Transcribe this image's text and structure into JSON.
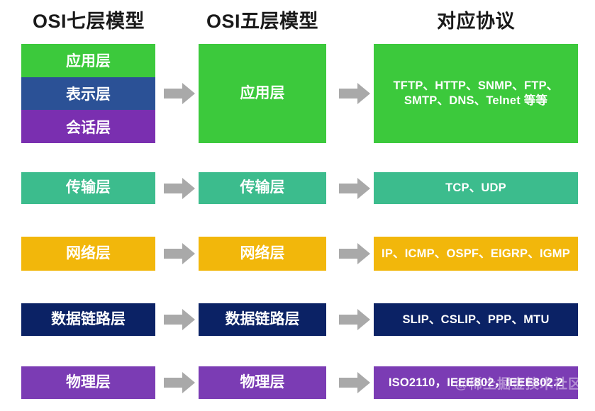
{
  "headers": {
    "left": "OSI七层模型",
    "middle": "OSI五层模型",
    "right": "对应协议"
  },
  "colors": {
    "application_green": "#3CC93C",
    "presentation_blue": "#2B5196",
    "session_purple": "#7A2FB0",
    "transport_teal": "#3CBC8D",
    "network_amber": "#F2B70B",
    "datalink_navy": "#0B2265",
    "physical_purple": "#7B3CB4",
    "arrow_gray": "#A9A9A9",
    "text_white": "#FFFFFF",
    "header_text": "#1A1A1A",
    "background": "#FFFFFF"
  },
  "rows": [
    {
      "id": "application",
      "seven_layer": [
        {
          "label": "应用层",
          "color": "#3CC93C"
        },
        {
          "label": "表示层",
          "color": "#2B5196"
        },
        {
          "label": "会话层",
          "color": "#7A2FB0"
        }
      ],
      "five_layer": {
        "label": "应用层",
        "color": "#3CC93C"
      },
      "protocols": {
        "label": "TFTP、HTTP、SNMP、FTP、SMTP、DNS、Telnet 等等",
        "color": "#3CC93C"
      }
    },
    {
      "id": "transport",
      "seven_layer": [
        {
          "label": "传输层",
          "color": "#3CBC8D"
        }
      ],
      "five_layer": {
        "label": "传输层",
        "color": "#3CBC8D"
      },
      "protocols": {
        "label": "TCP、UDP",
        "color": "#3CBC8D"
      }
    },
    {
      "id": "network",
      "seven_layer": [
        {
          "label": "网络层",
          "color": "#F2B70B"
        }
      ],
      "five_layer": {
        "label": "网络层",
        "color": "#F2B70B"
      },
      "protocols": {
        "label": "IP、ICMP、OSPF、EIGRP、IGMP",
        "color": "#F2B70B"
      }
    },
    {
      "id": "datalink",
      "seven_layer": [
        {
          "label": "数据链路层",
          "color": "#0B2265"
        }
      ],
      "five_layer": {
        "label": "数据链路层",
        "color": "#0B2265"
      },
      "protocols": {
        "label": "SLIP、CSLIP、PPP、MTU",
        "color": "#0B2265"
      }
    },
    {
      "id": "physical",
      "seven_layer": [
        {
          "label": "物理层",
          "color": "#7B3CB4"
        }
      ],
      "five_layer": {
        "label": "物理层",
        "color": "#7B3CB4"
      },
      "protocols": {
        "label": "ISO2110，IEEE802，IEEE802.2",
        "color": "#7B3CB4"
      }
    }
  ],
  "arrows": {
    "icon": "right-arrow-icon",
    "count_per_row": 2
  },
  "watermark": {
    "text": "@稀土掘金技术社区"
  }
}
